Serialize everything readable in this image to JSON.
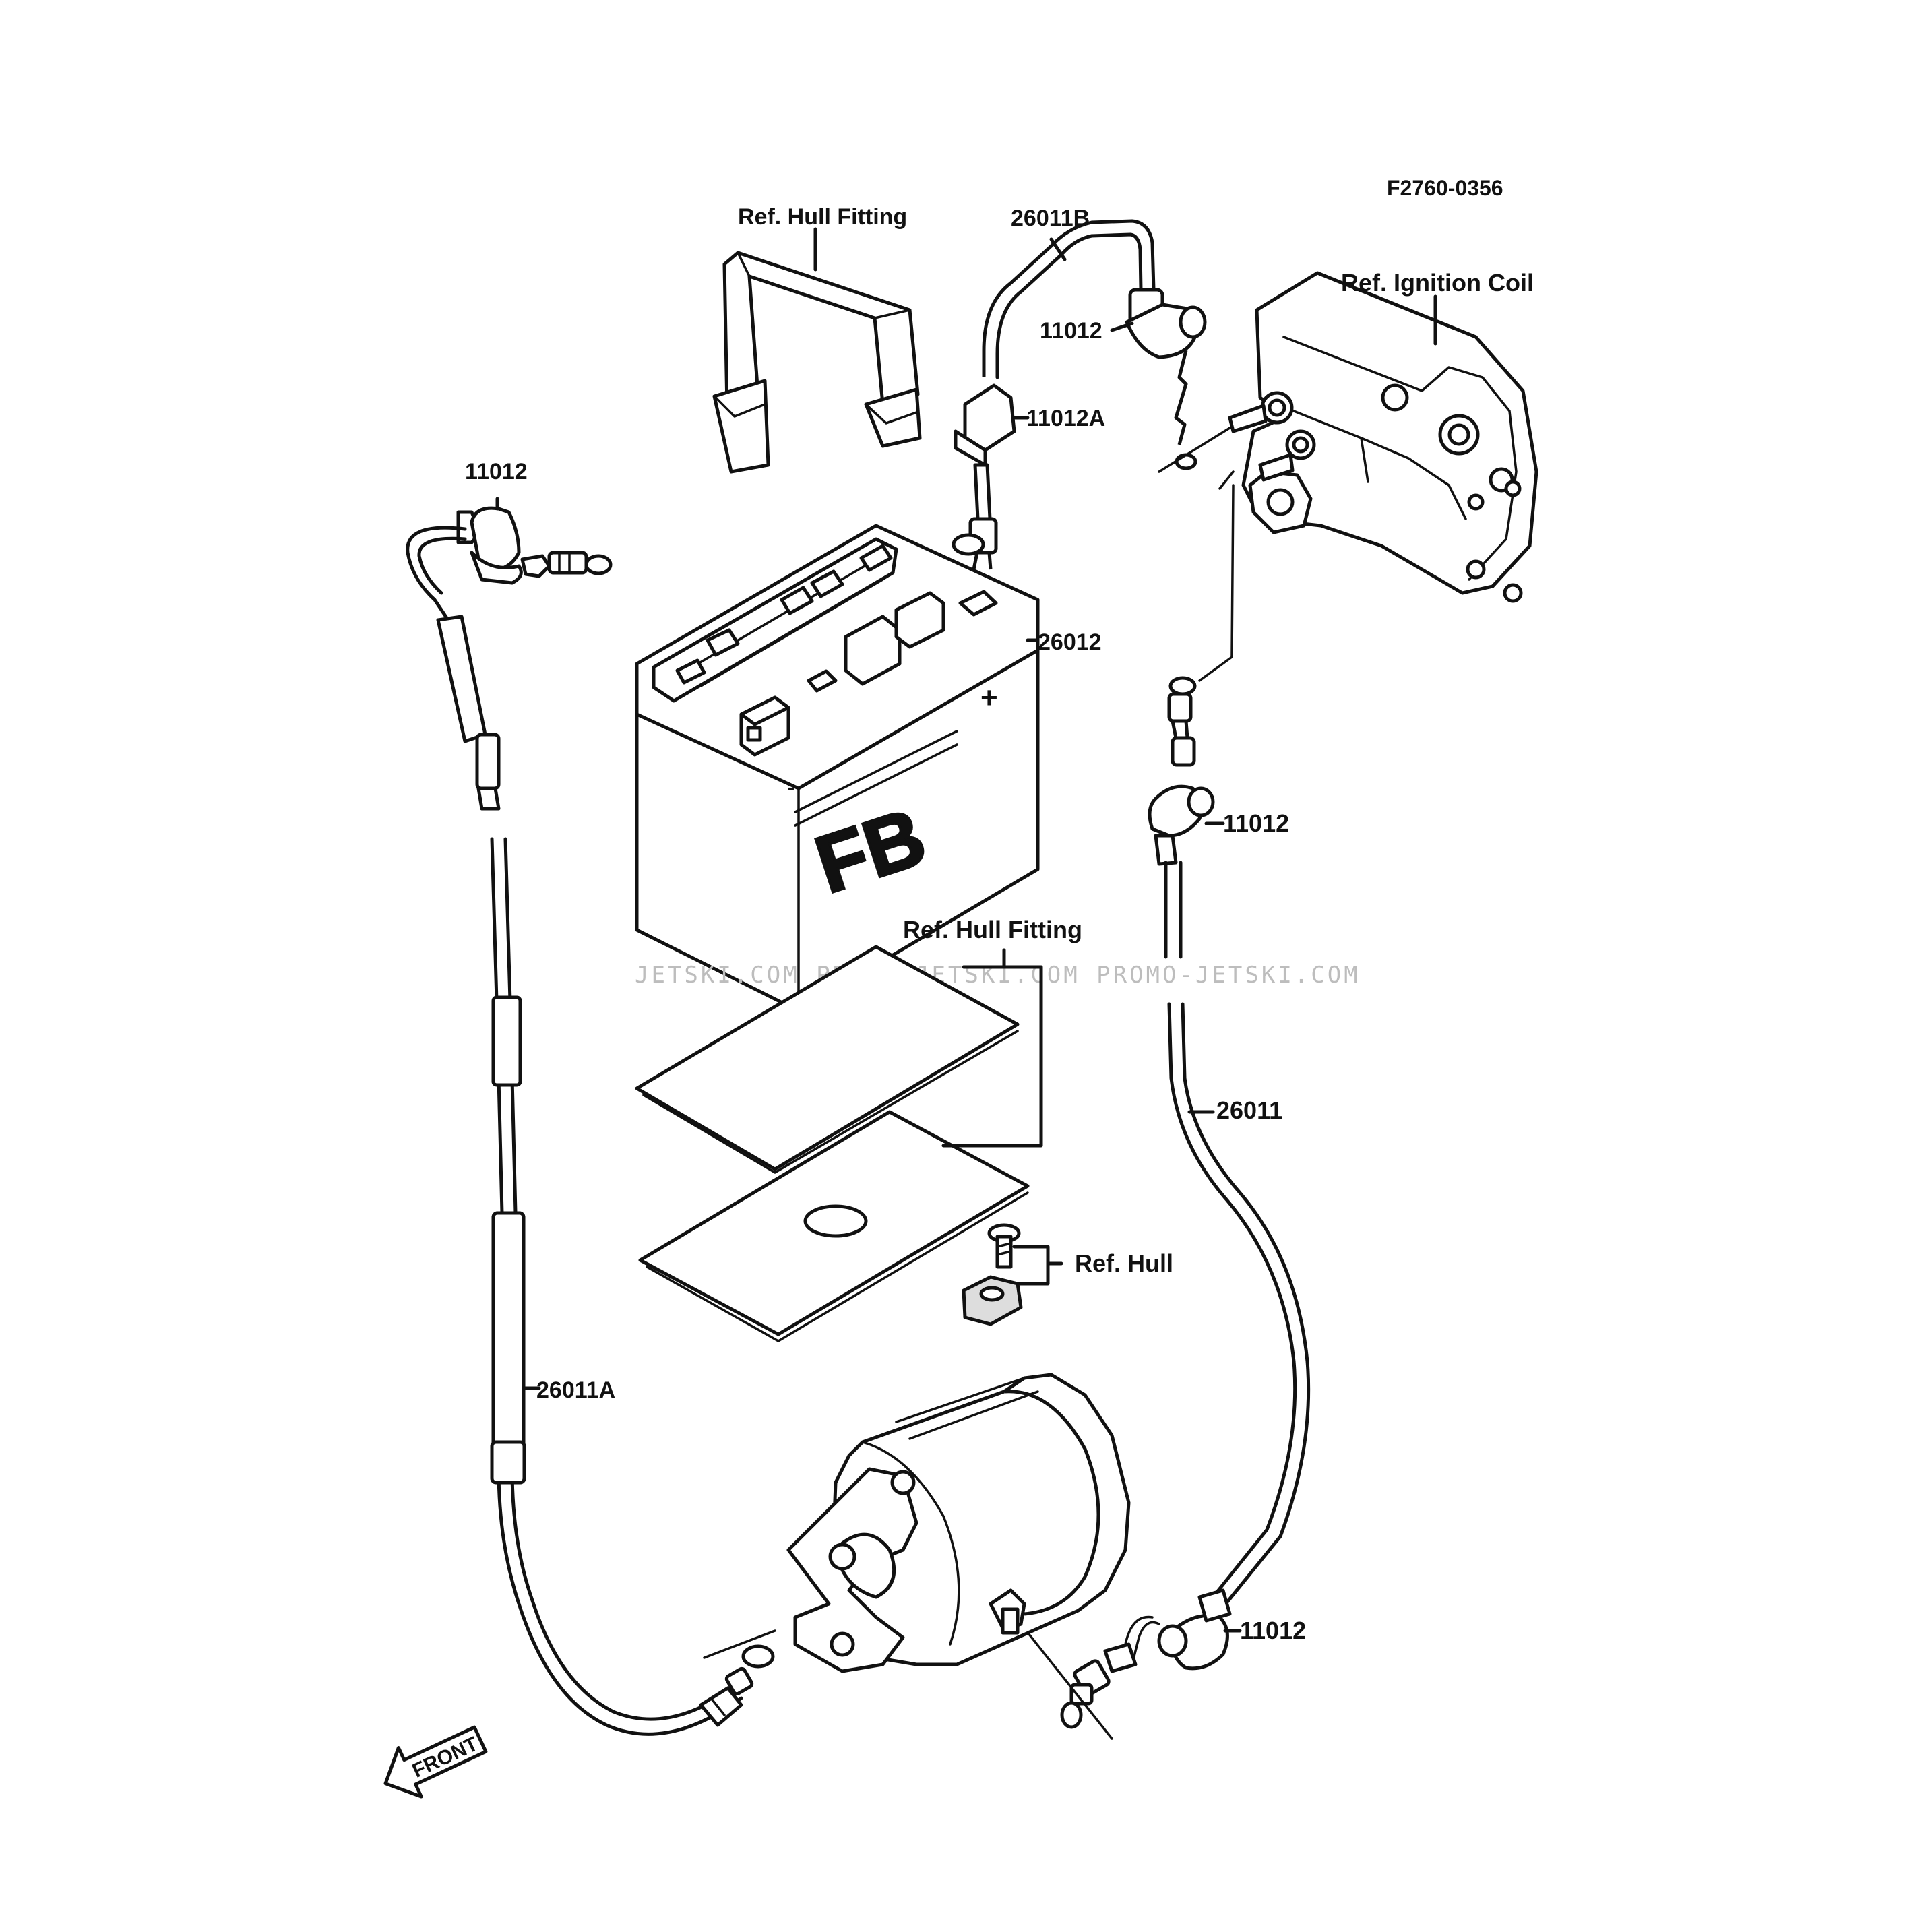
{
  "figure_code": "F2760-0356",
  "watermark": "JETSKI.COM   PROMO-JETSKI.COM   PROMO-JETSKI.COM",
  "battery_label": "FB",
  "callouts": {
    "hull_fitting_strap": "Ref. Hull Fitting",
    "cable_26011B": "26011B",
    "cap_11012_top": "11012",
    "connector_11012A": "11012A",
    "ignition_coil": "Ref. Ignition Coil",
    "cap_11012_left": "11012",
    "battery_26012": "26012",
    "cap_11012_right": "11012",
    "hull_fitting_mats": "Ref. Hull Fitting",
    "cable_26011": "26011",
    "hull_bolt": "Ref. Hull",
    "cable_26011A": "26011A",
    "cap_11012_bottom": "11012"
  },
  "front_arrow_label": "FRONT",
  "colors": {
    "line": "#111111",
    "background": "#ffffff",
    "watermark": "#bdbdbd"
  }
}
